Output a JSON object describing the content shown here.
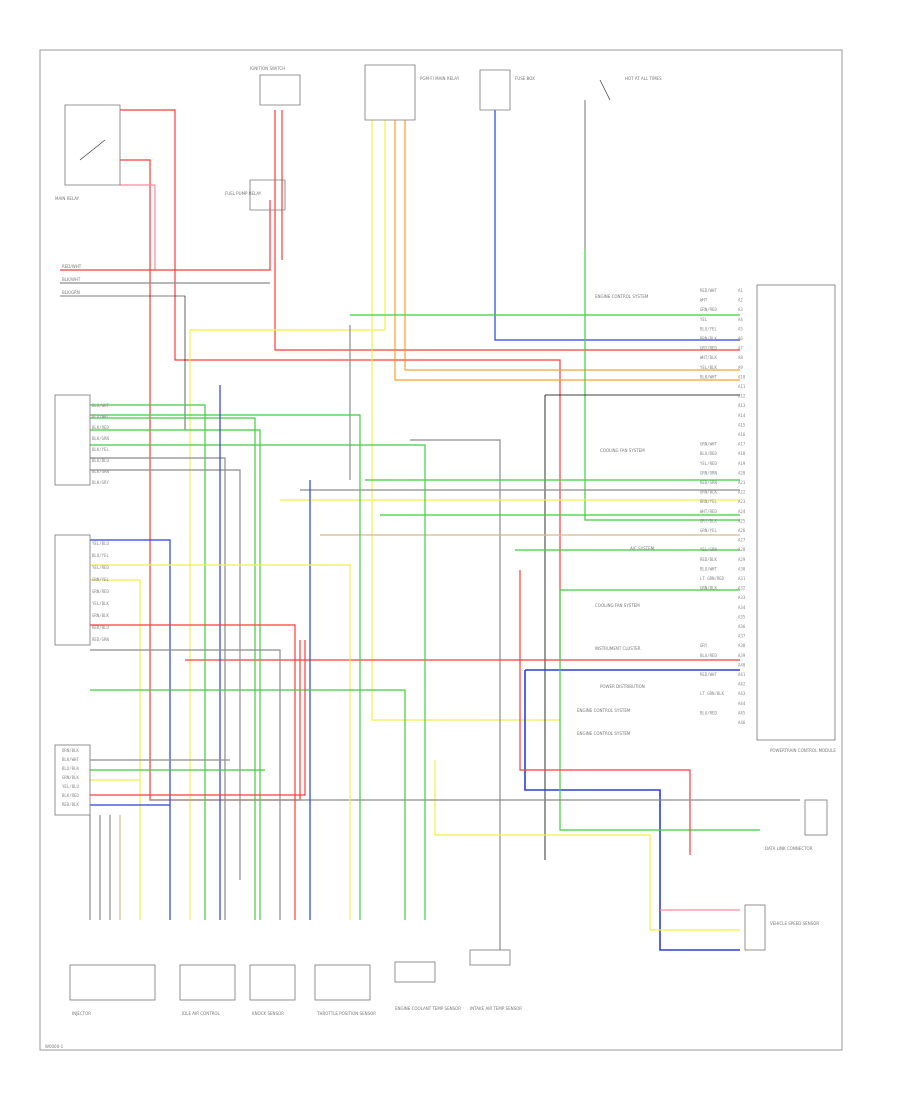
{
  "diagram": {
    "footer_code": "W0000-1",
    "colors": {
      "red": "#ff3b3b",
      "pink": "#ff8a9a",
      "yellow": "#f0ef4a",
      "green": "#3fcf3f",
      "blue": "#2a3fe0",
      "orange": "#ff9f2a",
      "gray": "#8c8c8c",
      "black": "#000000",
      "tan": "#d8b98c"
    },
    "pcm_pin_labels": [
      "A1",
      "A2",
      "A3",
      "A4",
      "A5",
      "A6",
      "A7",
      "A8",
      "A9",
      "A10",
      "A11",
      "A12",
      "A13",
      "A14",
      "A15",
      "A16",
      "A17",
      "A18",
      "A19",
      "A20",
      "A21",
      "A22",
      "A23",
      "A24",
      "A25",
      "A26",
      "A27",
      "A28",
      "A29",
      "A30",
      "A31",
      "A32",
      "A33",
      "A34",
      "A35",
      "A36",
      "A37",
      "A38",
      "A39",
      "A40",
      "A41",
      "A42",
      "A43",
      "A44",
      "A45",
      "A46"
    ],
    "pcm_wire_labels": [
      "RED/WHT",
      "WHT",
      "GRN/RED",
      "YEL",
      "BLU/YEL",
      "BRN/BLK",
      "GRY/RED",
      "WHT/BLK",
      "YEL/BLK",
      "BLK/WHT",
      "",
      "",
      "",
      "",
      "",
      "",
      "GRN/WHT",
      "BLU/RED",
      "YEL/RED",
      "GRN/ORN",
      "RED/GRN",
      "ORN/BLK",
      "BRN/YEL",
      "WHT/RED",
      "GRY/BLK",
      "GRN/YEL",
      "",
      "YEL/GRN",
      "RED/BLK",
      "BLU/WHT",
      "LT GRN/RED",
      "GRN/BLK",
      "",
      "",
      "",
      "",
      "",
      "GRY",
      "BLU/RED",
      "",
      "RED/WHT",
      "",
      "LT GRN/BLK",
      "",
      "BLU/RED",
      ""
    ],
    "left_group_a": [
      "BLK/WHT",
      "BLU/WHT",
      "BLK/RED",
      "BLK/GRN",
      "BLK/YEL",
      "BLK/BLU",
      "BLK/ORN",
      "BLK/GRY"
    ],
    "left_group_b": [
      "YEL/BLU",
      "BLU/YEL",
      "YEL/RED",
      "GRN/YEL",
      "GRN/RED",
      "YEL/BLK",
      "GRN/BLK",
      "RED/BLU",
      "RED/GRN"
    ],
    "left_group_c": [
      "ORN/BLK",
      "BLK/WHT",
      "BLU/BLK",
      "GRN/BLK",
      "YEL/BLU",
      "BLK/RED",
      "RED/BLK"
    ],
    "top_left_wires": [
      "RED/WHT",
      "BLK/WHT",
      "BLK/GRN"
    ],
    "right_side_refs": [
      "ENGINE CONTROL SYSTEM",
      "COOLING FAN SYSTEM",
      "A/C SYSTEM",
      "COOLING FAN SYSTEM",
      "INSTRUMENT CLUSTER",
      "POWER DISTRIBUTION",
      "ENGINE CONTROL SYSTEM",
      "ENGINE CONTROL SYSTEM"
    ],
    "bottom_component_labels": [
      "INJECTOR",
      "IDLE AIR CONTROL",
      "KNOCK SENSOR",
      "THROTTLE POSITION SENSOR",
      "ENGINE COOLANT TEMP SENSOR",
      "INTAKE AIR TEMP SENSOR"
    ],
    "bottom_right_labels": [
      "POWERTRAIN CONTROL MODULE",
      "DATA LINK CONNECTOR",
      "VEHICLE SPEED SENSOR"
    ],
    "top_labels": [
      "IGNITION SWITCH",
      "MAIN RELAY",
      "FUEL PUMP RELAY",
      "PGM-FI MAIN RELAY",
      "FUSE BOX",
      "HOT AT ALL TIMES"
    ]
  }
}
